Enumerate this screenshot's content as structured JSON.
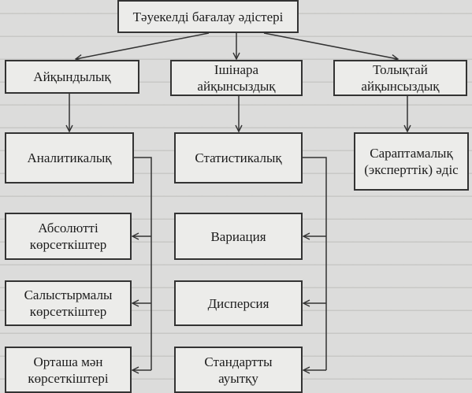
{
  "diagram": {
    "root": {
      "label": "Тәуекелді бағалау әдістері"
    },
    "level1": [
      {
        "id": "aiqyndylyq",
        "lines": [
          "Айқындылық"
        ]
      },
      {
        "id": "ishinara",
        "lines": [
          "Ішінара",
          "айқынсыздық"
        ]
      },
      {
        "id": "tolyqtai",
        "lines": [
          "Толықтай",
          "айқынсыздық"
        ]
      }
    ],
    "level2": [
      {
        "id": "analitikalyq",
        "lines": [
          "Аналитикалық"
        ]
      },
      {
        "id": "statistikalyq",
        "lines": [
          "Статистикалық"
        ]
      },
      {
        "id": "saraptamalyq",
        "lines": [
          "Сараптамалық",
          "(эксперттік) әдіс"
        ]
      }
    ],
    "analytic_children": [
      {
        "id": "absolutti",
        "lines": [
          "Абсолютті",
          "көрсеткіштер"
        ]
      },
      {
        "id": "salystyrmaly",
        "lines": [
          "Салыстырмалы",
          "көрсеткіштер"
        ]
      },
      {
        "id": "ortasha",
        "lines": [
          "Орташа мән",
          "көрсеткіштері"
        ]
      }
    ],
    "statistical_children": [
      {
        "id": "variatsiya",
        "lines": [
          "Вариация"
        ]
      },
      {
        "id": "dispersiya",
        "lines": [
          "Дисперсия"
        ]
      },
      {
        "id": "standartty",
        "lines": [
          "Стандартты",
          "ауытқу"
        ]
      }
    ]
  }
}
